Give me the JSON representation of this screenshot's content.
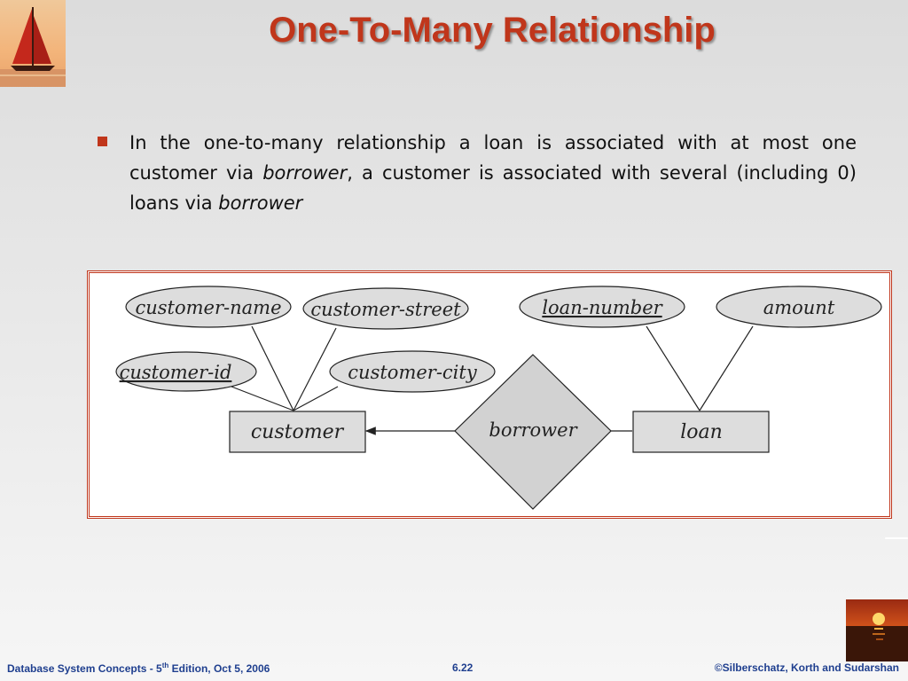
{
  "slide": {
    "title": "One-To-Many Relationship",
    "bullet": {
      "part1": "In the one-to-many relationship a loan is associated with at most one customer via ",
      "em1": "borrower",
      "part2": ", a customer is associated with several (including 0) loans via ",
      "em2": "borrower"
    }
  },
  "diagram": {
    "entities": {
      "customer": "customer",
      "loan": "loan"
    },
    "relationship": "borrower",
    "attributes": {
      "customer_name": "customer-name",
      "customer_street": "customer-street",
      "customer_id": "customer-id",
      "customer_city": "customer-city",
      "loan_number": "loan-number",
      "amount": "amount"
    }
  },
  "footer": {
    "left_prefix": "Database System Concepts - 5",
    "left_sup": "th",
    "left_suffix": " Edition, Oct 5, 2006",
    "center": "6.22",
    "right": "©Silberschatz, Korth and Sudarshan"
  },
  "colors": {
    "title": "#c0361b",
    "bullet": "#c0361b",
    "frame": "#c0361b",
    "footer": "#1f3f8f",
    "shape_fill": "#dddddd"
  },
  "icons": {
    "top_logo": "sailboat-logo",
    "bottom_logo": "sunset-logo"
  }
}
